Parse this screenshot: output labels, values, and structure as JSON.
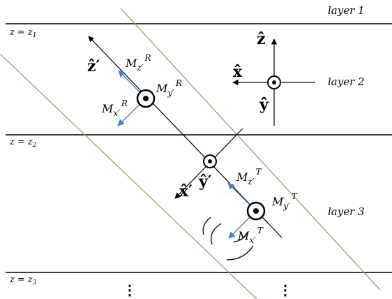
{
  "layers": {
    "layer1": "layer 1",
    "layer2": "layer 2",
    "layer3": "layer 3"
  },
  "interfaces": {
    "z1": {
      "lhs": "z",
      "eq": "=",
      "sym": "z",
      "sub": "1"
    },
    "z2": {
      "lhs": "z",
      "eq": "=",
      "sym": "z",
      "sub": "2"
    },
    "z3": {
      "lhs": "z",
      "eq": "=",
      "sym": "z",
      "sub": "3"
    }
  },
  "global_axes": {
    "z_hat": "ẑ",
    "x_hat": "x̂",
    "y_hat": "ŷ"
  },
  "rotated_axes": {
    "z_prime": "ẑ′",
    "x_prime": "x̂′",
    "y_prime": "ŷ′"
  },
  "receiver": {
    "Mz": {
      "sym": "M",
      "sub": "z′",
      "sup": "R"
    },
    "My": {
      "sym": "M",
      "sub": "y′",
      "sup": "R"
    },
    "Mx": {
      "sym": "M",
      "sub": "x′",
      "sup": "R"
    }
  },
  "transmitter": {
    "Mz": {
      "sym": "M",
      "sub": "z′",
      "sup": "T"
    },
    "My": {
      "sym": "M",
      "sub": "y′",
      "sup": "T"
    },
    "Mx": {
      "sym": "M",
      "sub": "x′",
      "sup": "T"
    }
  },
  "continuation": "⋮",
  "colors": {
    "lines": "#000000",
    "boundary": "#a39b6b",
    "moment_arrows": "#4a7fc1"
  }
}
